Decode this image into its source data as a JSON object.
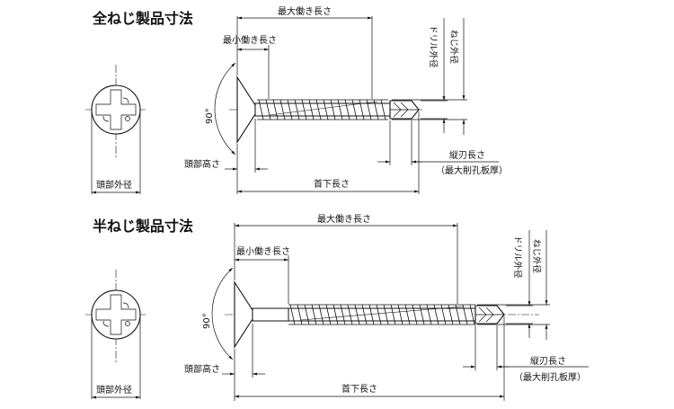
{
  "full": {
    "title": "全ねじ製品寸法",
    "max_work_length": "最大働き長さ",
    "min_work_length": "最小働き長さ",
    "angle": "90°",
    "head_height": "頭部高さ",
    "neck_length": "首下長さ",
    "head_diameter": "頭部外径",
    "drill_diameter": "ドリル外径",
    "thread_diameter": "ねじ外径",
    "flute_length": "縦刃長さ",
    "max_drill_thickness": "（最大削孔板厚）"
  },
  "half": {
    "title": "半ねじ製品寸法",
    "max_work_length": "最大働き長さ",
    "min_work_length": "最小働き長さ",
    "angle": "90°",
    "head_height": "頭部高さ",
    "neck_length": "首下長さ",
    "head_diameter": "頭部外径",
    "drill_diameter": "ドリル外径",
    "thread_diameter": "ねじ外径",
    "flute_length": "縦刃長さ",
    "max_drill_thickness": "（最大削孔板厚）"
  }
}
